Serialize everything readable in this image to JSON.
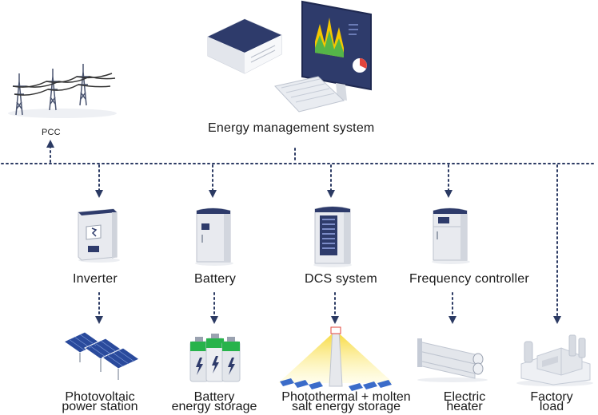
{
  "top": {
    "ems_label": "Energy management system",
    "pcc_label": "PCC"
  },
  "devices": [
    {
      "label": "Inverter"
    },
    {
      "label": "Battery"
    },
    {
      "label": "DCS  system"
    },
    {
      "label": "Frequency controller"
    }
  ],
  "bottom": [
    {
      "line1": "Photovoltaic",
      "line2": "power station"
    },
    {
      "line1": "Battery",
      "line2": "energy storage"
    },
    {
      "line1": "Photothermal + molten",
      "line2": "salt energy storage"
    },
    {
      "line1": "Electric",
      "line2": "heater"
    },
    {
      "line1": "Factory",
      "line2": "load"
    }
  ],
  "colors": {
    "navy": "#2e3b6b",
    "arrow": "#2b3a63",
    "panel_blue": "#2a4a9c",
    "cabinet_gray": "#e6e8ec",
    "green": "#27b34b",
    "yellow": "#f5d21c"
  }
}
